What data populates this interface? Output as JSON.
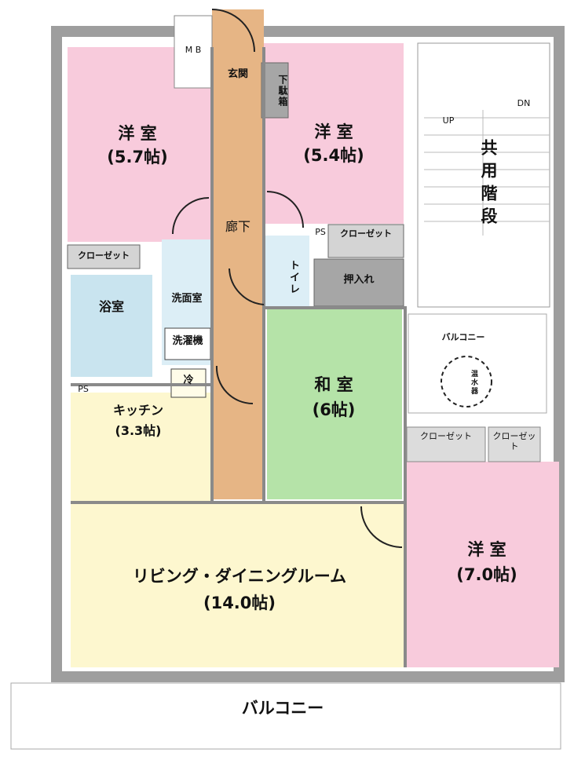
{
  "rooms": {
    "western_1": {
      "name": "洋 室",
      "size": "(5.7帖)"
    },
    "western_2": {
      "name": "洋 室",
      "size": "(5.4帖)"
    },
    "western_3": {
      "name": "洋 室",
      "size": "(7.0帖)"
    },
    "japanese": {
      "name": "和 室",
      "size": "(6帖)"
    },
    "kitchen": {
      "name": "キッチン",
      "size": "(3.3帖)"
    },
    "living": {
      "name": "リビング・ダイニングルーム",
      "size": "(14.0帖)"
    },
    "entrance": "玄関",
    "hallway": "廊下",
    "shoe_cabinet": "下駄箱",
    "bath": "浴室",
    "washroom": "洗面室",
    "washing_machine": "洗濯機",
    "fridge": "冷",
    "toilet": "トイレ",
    "closet_1": "クローゼット",
    "closet_2": "クローゼット",
    "closet_3": "クローゼット",
    "closet_4": "クローゼット",
    "oshiire": "押入れ",
    "ps_1": "PS",
    "ps_2": "PS",
    "mb": "M B",
    "balcony_main": "バルコニー",
    "balcony_small": "バルコニー",
    "water_heater": "温水器",
    "stairs": "共用階段",
    "stairs_up": "UP",
    "stairs_down": "DN"
  },
  "colors": {
    "western": "#f8cbdc",
    "japanese": "#b5e3a8",
    "living": "#fdf7cf",
    "hallway": "#e6b585",
    "bath": "#c9e4ef",
    "storage": "#a6a6a6",
    "wall": "#b3b3b3"
  }
}
